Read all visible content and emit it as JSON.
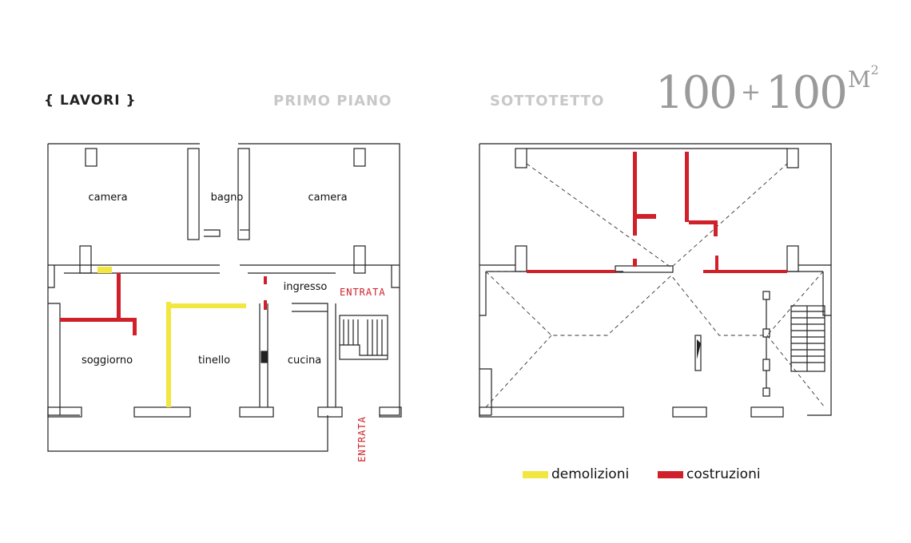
{
  "header": {
    "section_label": "{ LAVORI }",
    "floor_first": "PRIMO PIANO",
    "floor_attic": "SOTTOTETTO"
  },
  "area": {
    "value_1": "100",
    "plus": "+",
    "value_2": "100",
    "unit": "M",
    "exponent": "2"
  },
  "first_floor": {
    "rooms": [
      "camera",
      "bagno",
      "camera",
      "ingresso",
      "soggiorno",
      "tinello",
      "cucina"
    ],
    "entrance_labels": [
      "ENTRATA",
      "ENTRATA"
    ]
  },
  "legend": {
    "demolition": {
      "label": "demolizioni",
      "color": "#f2e640"
    },
    "construction": {
      "label": "costruzioni",
      "color": "#d0212a"
    }
  }
}
